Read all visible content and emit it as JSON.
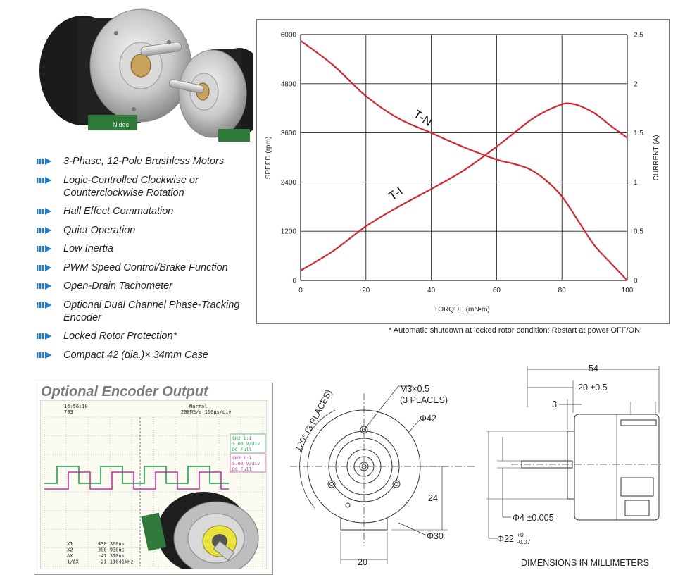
{
  "features": [
    "3-Phase, 12-Pole Brushless Motors",
    "Logic-Controlled Clockwise or Counterclockwise Rotation",
    "Hall Effect Commutation",
    "Quiet Operation",
    "Low Inertia",
    "PWM Speed Control/Brake Function",
    "Open-Drain Tachometer",
    "Optional Dual Channel Phase-Tracking Encoder",
    "Locked Rotor Protection*",
    "Compact 42 (dia.)× 34mm Case"
  ],
  "photo": {
    "brand_label": "Nidec"
  },
  "chart_data": {
    "type": "line",
    "xlabel": "TORQUE (mN•m)",
    "ylabel": "SPEED (rpm)",
    "y2label": "CURRENT (A)",
    "xlim": [
      0,
      100
    ],
    "ylim": [
      0,
      6000
    ],
    "y2lim": [
      0,
      2.5
    ],
    "xticks": [
      "0",
      "20",
      "40",
      "60",
      "80",
      "100"
    ],
    "yticks": [
      "0",
      "1200",
      "2400",
      "3600",
      "4800",
      "6000"
    ],
    "y2ticks": [
      "0",
      "0.5",
      "1",
      "1.5",
      "2",
      "2.5"
    ],
    "grid": true,
    "series": [
      {
        "name": "T-N",
        "axis": "left",
        "color": "#d7262e",
        "x": [
          0,
          10,
          20,
          30,
          40,
          50,
          60,
          65,
          70,
          75,
          80,
          85,
          90,
          95,
          100
        ],
        "y": [
          5850,
          5250,
          4500,
          3950,
          3600,
          3250,
          2950,
          2850,
          2720,
          2450,
          2050,
          1450,
          850,
          420,
          0
        ]
      },
      {
        "name": "T-I",
        "axis": "right",
        "color": "#d7262e",
        "x": [
          0,
          10,
          20,
          30,
          40,
          50,
          60,
          70,
          75,
          80,
          82,
          85,
          90,
          95,
          100
        ],
        "y": [
          0.1,
          0.3,
          0.55,
          0.75,
          0.93,
          1.12,
          1.36,
          1.62,
          1.72,
          1.79,
          1.8,
          1.78,
          1.7,
          1.57,
          1.45
        ]
      }
    ]
  },
  "footnote": "* Automatic shutdown at locked rotor condition:  Restart at power OFF/ON.",
  "encoder": {
    "title": "Optional Encoder Output",
    "time": "14:56:10",
    "count": "793",
    "mode": "Normal",
    "rate": "200MS/s 100µs/div",
    "ch2": [
      "CH2 1:1",
      "5.00 V/div",
      "DC   Full"
    ],
    "ch3": [
      "CH3 1:1",
      "5.00 V/div",
      "DC   Full"
    ],
    "readout": [
      [
        "X1",
        "430.300us"
      ],
      [
        "X2",
        "390.930us"
      ],
      [
        "ΔX",
        "-47.370us"
      ],
      [
        "1/ΔX",
        "-21.11041kHz"
      ]
    ],
    "trace_colors": {
      "ch2": "#1aa64a",
      "ch3": "#c8309a"
    }
  },
  "front_view": {
    "screw": "M3×0.5",
    "screw_places": "(3 PLACES)",
    "angle": "120° (3 PLACES)",
    "d42": "Φ42",
    "d30": "Φ30",
    "h24": "24",
    "w20": "20"
  },
  "side_view": {
    "l54": "54",
    "l20": "20 ±0.5",
    "l3": "3",
    "d4": "Φ4 ±0.005",
    "d22": "Φ22",
    "d22_tol_up": "+0",
    "d22_tol_down": "-0.07",
    "caption": "DIMENSIONS IN MILLIMETERS"
  }
}
